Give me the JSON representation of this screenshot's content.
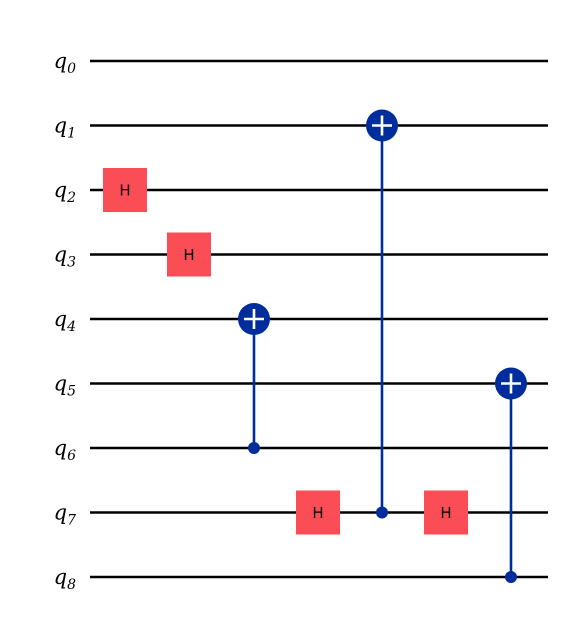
{
  "circuit": {
    "qubit_prefix": "q",
    "qubits": [
      "0",
      "1",
      "2",
      "3",
      "4",
      "5",
      "6",
      "7",
      "8"
    ],
    "colors": {
      "wire": "#000000",
      "h_gate_fill": "#fa4d56",
      "cnot": "#002d9c",
      "plus_sign": "#ffffff"
    },
    "gates": [
      {
        "type": "H",
        "label": "H",
        "qubit": 2,
        "column": 0
      },
      {
        "type": "H",
        "label": "H",
        "qubit": 3,
        "column": 1
      },
      {
        "type": "CX",
        "control": 6,
        "target": 4,
        "column": 2
      },
      {
        "type": "H",
        "label": "H",
        "qubit": 7,
        "column": 3
      },
      {
        "type": "CX",
        "control": 7,
        "target": 1,
        "column": 4
      },
      {
        "type": "H",
        "label": "H",
        "qubit": 7,
        "column": 5
      },
      {
        "type": "CX",
        "control": 8,
        "target": 5,
        "column": 6
      }
    ]
  }
}
